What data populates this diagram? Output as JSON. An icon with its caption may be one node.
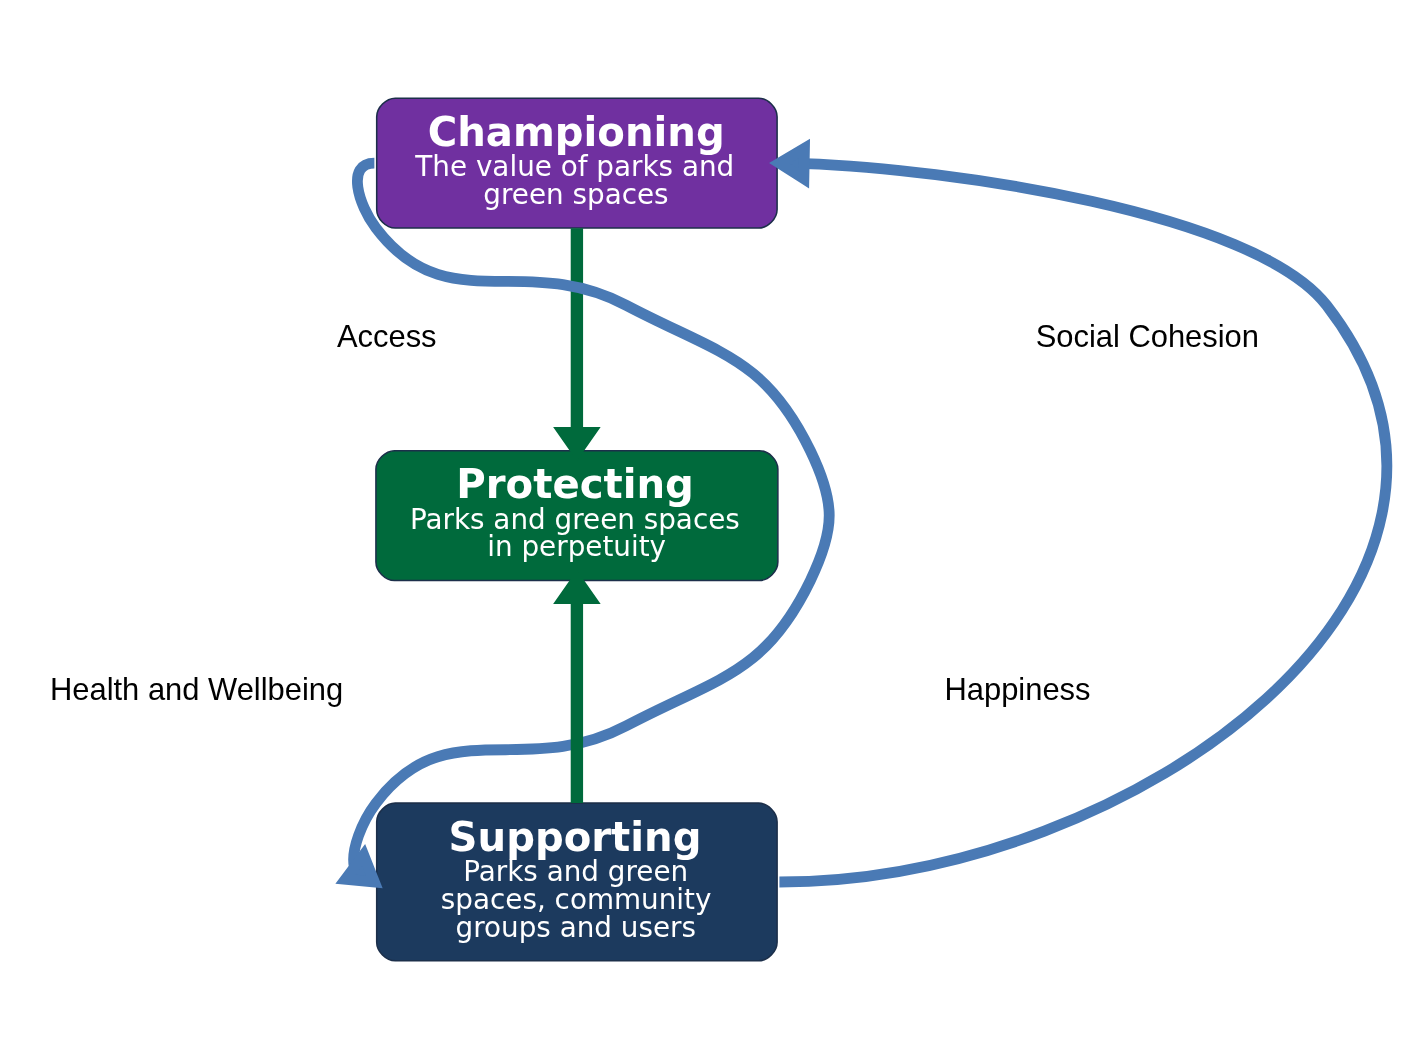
{
  "diagram": {
    "nodes": [
      {
        "text": [
          "Championing",
          "The value of parks and green spaces"
        ]
      },
      {
        "text": [
          "Protecting",
          "Parks and green spaces in perpetuity"
        ]
      },
      {
        "text": [
          "Supporting",
          "Parks and green spaces, community groups and users"
        ]
      }
    ],
    "edges": [
      {
        "from": 0,
        "to": 1,
        "arrow": "to",
        "color": "#006a3c"
      },
      {
        "from": 2,
        "to": 1,
        "arrow": "to",
        "color": "#006a3c"
      },
      {
        "from": 0,
        "to": 2,
        "arrow": "to",
        "color": "#4a7ab5"
      },
      {
        "from": 2,
        "to": 0,
        "arrow": "to",
        "color": "#4a7ab5"
      }
    ],
    "labels": [
      "Access",
      "Social Cohesion",
      "Health and Wellbeing",
      "Happiness"
    ]
  }
}
